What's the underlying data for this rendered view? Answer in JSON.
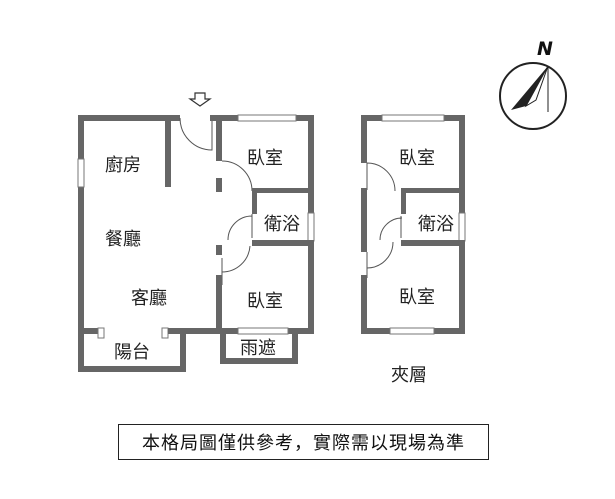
{
  "rooms": {
    "kitchen": "廚房",
    "dining": "餐廳",
    "living": "客廳",
    "balcony": "陽台",
    "bedroom_main_top": "臥室",
    "bath_main": "衛浴",
    "bedroom_main_bottom": "臥室",
    "canopy": "雨遮",
    "bedroom_mezz_top": "臥室",
    "bath_mezz": "衛浴",
    "bedroom_mezz_bottom": "臥室"
  },
  "mezzanine_label": "夾層",
  "compass": {
    "north_label": "N"
  },
  "entrance_icon": "down-arrow-icon",
  "disclaimer": "本格局圖僅供參考，實際需以現場為準",
  "colors": {
    "wall": "#666666",
    "text": "#222222"
  }
}
